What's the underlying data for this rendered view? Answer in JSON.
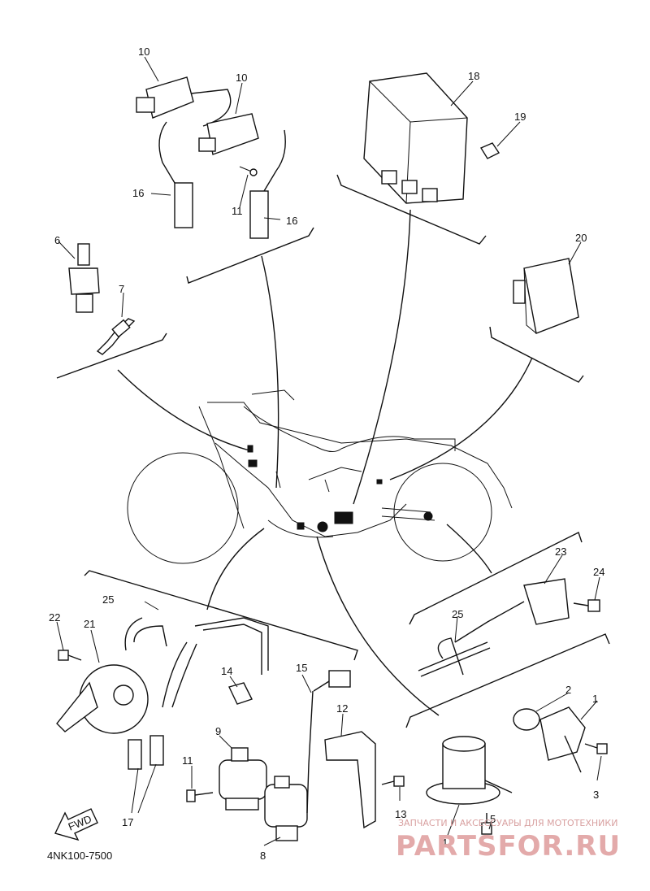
{
  "diagram_code": "4NK100-7500",
  "direction_badge": "FWD",
  "watermark": {
    "tagline": "ЗАПЧАСТИ И АКСЕССУАРЫ ДЛЯ МОТОТЕХНИКИ",
    "brand": "PARTSFOR.RU"
  },
  "callouts": {
    "n1": "1",
    "n2": "2",
    "n3": "3",
    "n4": "4",
    "n5": "5",
    "n6": "6",
    "n7": "7",
    "n8": "8",
    "n9": "9",
    "n10a": "10",
    "n10b": "10",
    "n11a": "11",
    "n11b": "11",
    "n12": "12",
    "n13": "13",
    "n14": "14",
    "n15": "15",
    "n16a": "16",
    "n16b": "16",
    "n17": "17",
    "n18": "18",
    "n19": "19",
    "n20": "20",
    "n21": "21",
    "n22": "22",
    "n23": "23",
    "n24": "24",
    "n25a": "25",
    "n25b": "25"
  }
}
